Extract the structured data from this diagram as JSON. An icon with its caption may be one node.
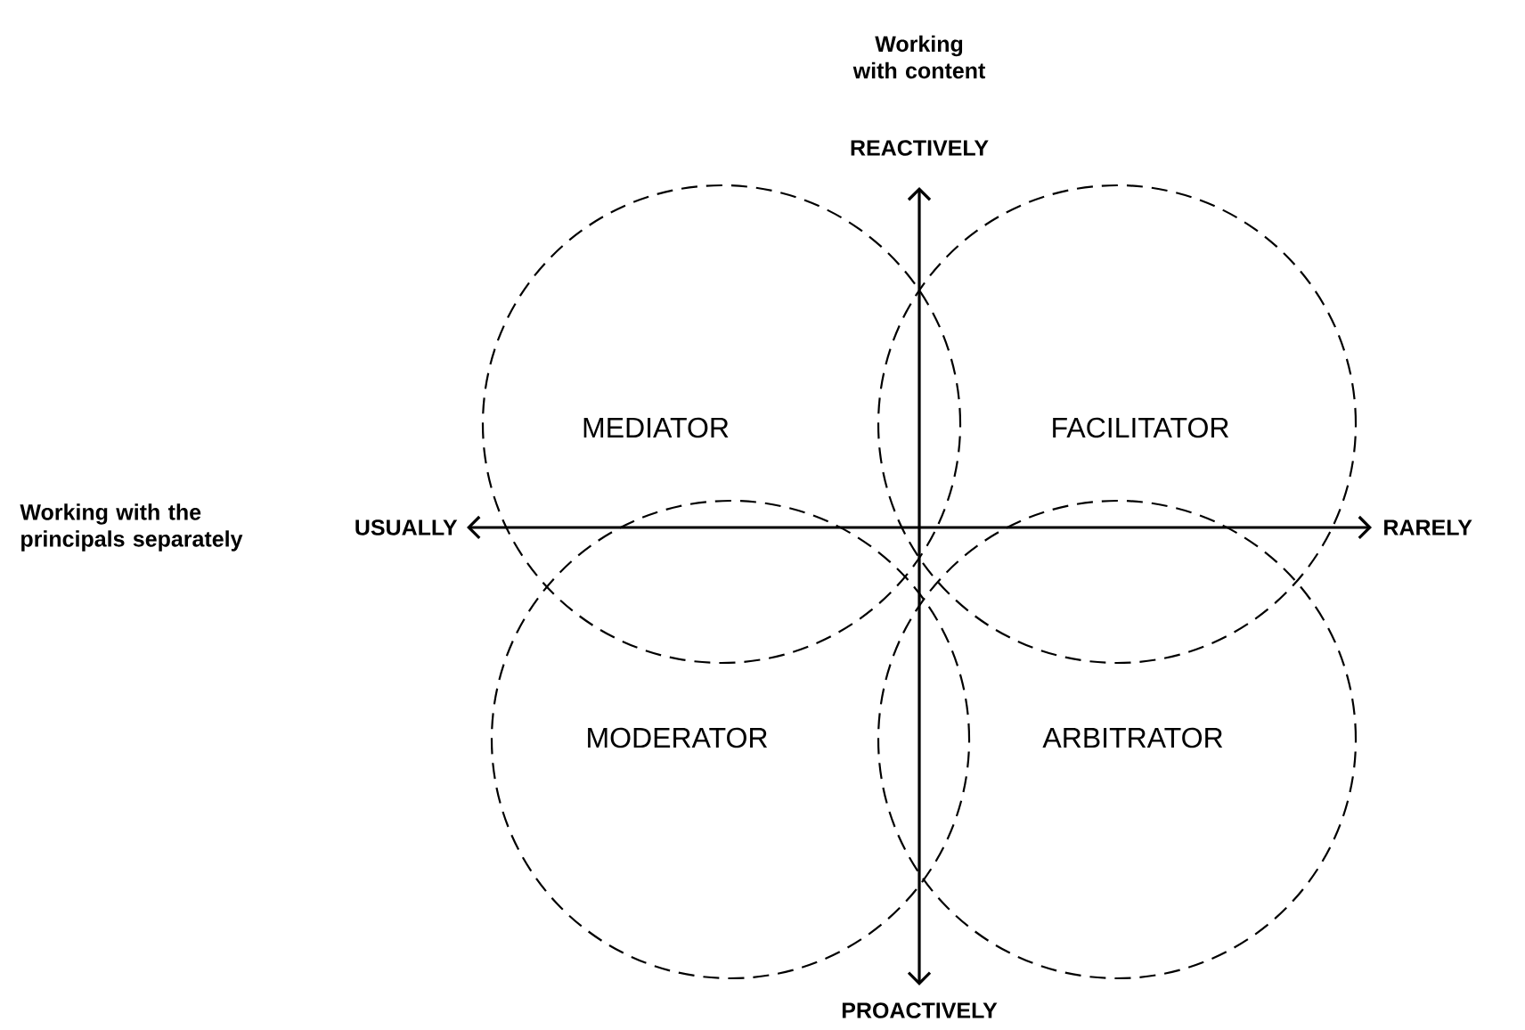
{
  "diagram": {
    "nodes": [
      {
        "text": [
          "MEDIATOR"
        ]
      },
      {
        "text": [
          "FACILITATOR"
        ]
      },
      {
        "text": [
          "MODERATOR"
        ]
      },
      {
        "text": [
          "ARBITRATOR"
        ]
      }
    ],
    "labels": [
      "Working with content",
      "REACTIVELY",
      "Working with the principals separately",
      "USUALLY",
      "RARELY",
      "PROACTIVELY"
    ]
  }
}
